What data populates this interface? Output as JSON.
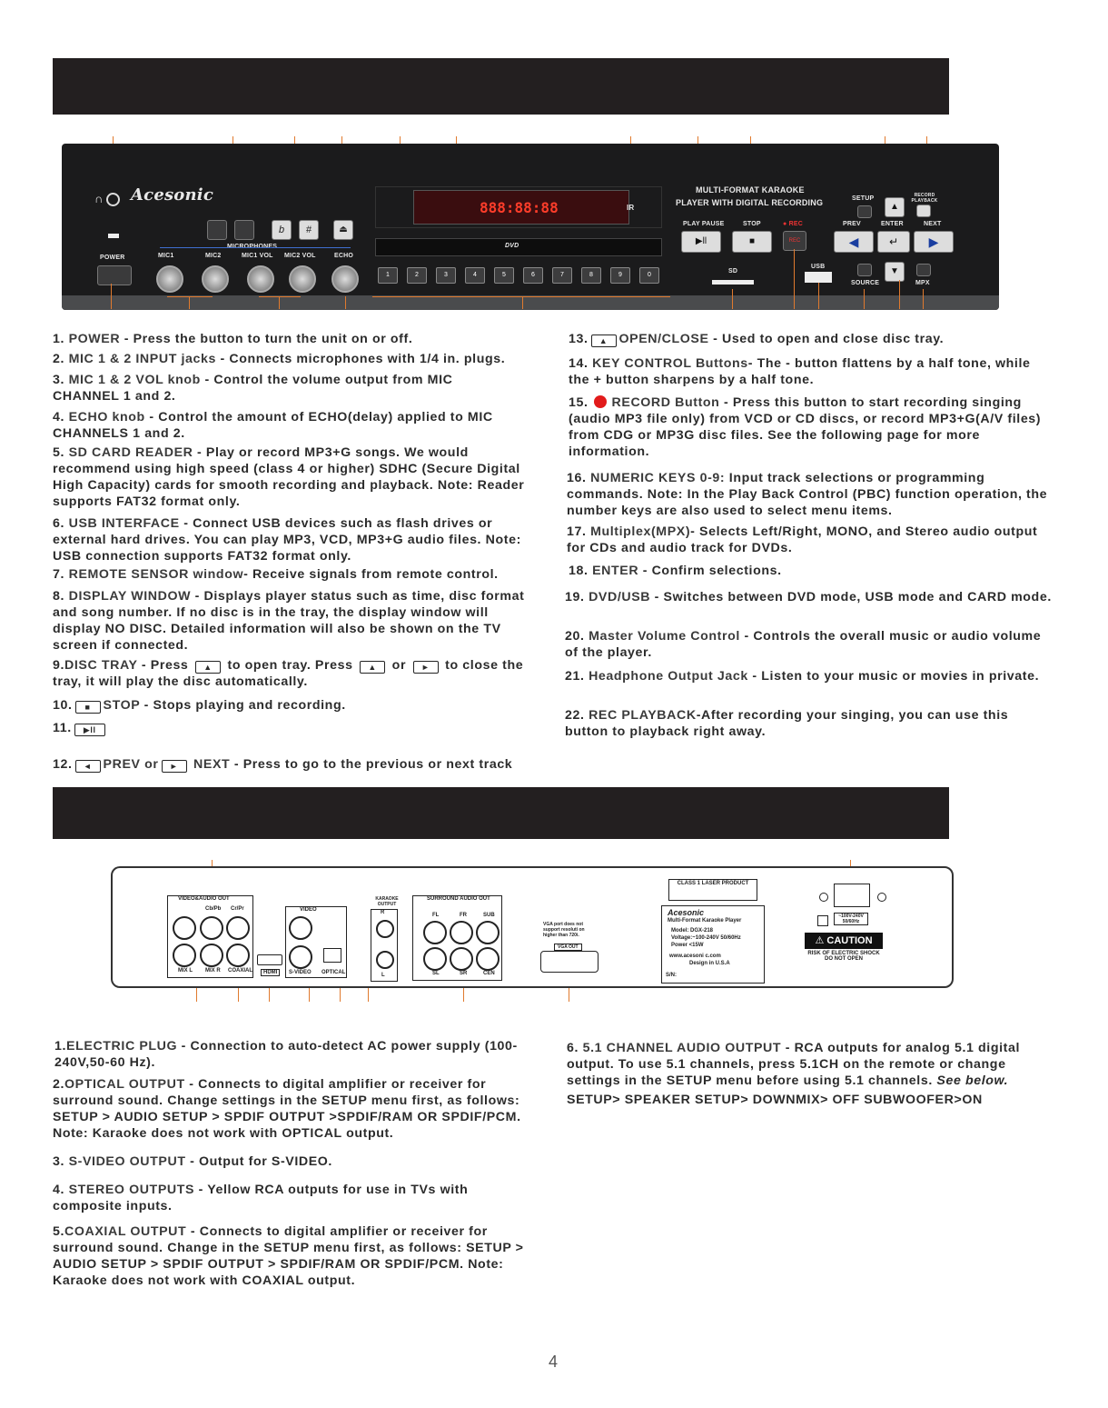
{
  "front": {
    "brand": "Acesonic",
    "display_digits": "888:88:88",
    "ir_label": "IR",
    "dvd_label": "DVD",
    "model_line1": "MULTI-FORMAT KARAOKE",
    "model_line2": "PLAYER WITH DIGITAL RECORDING",
    "power": "POWER",
    "mic1": "MIC1",
    "mic2": "MIC2",
    "mic1vol": "MIC1 VOL",
    "mic2vol": "MIC2 VOL",
    "echo": "ECHO",
    "microphones": "MICROPHONES",
    "flat": "b",
    "sharp": "#",
    "play_pause": "PLAY PAUSE",
    "stop": "STOP",
    "rec_label": "● REC",
    "rec_btn": "REC",
    "setup": "SETUP",
    "record_playback": "RECORD PLAYBACK",
    "prev": "PREV",
    "enter": "ENTER",
    "next": "NEXT",
    "sd": "SD",
    "usb": "USB",
    "source": "SOURCE",
    "mpx": "MPX",
    "keys": [
      "1",
      "2",
      "3",
      "4",
      "5",
      "6",
      "7",
      "8",
      "9",
      "0"
    ]
  },
  "front_items_left": [
    {
      "num": "1.",
      "head": "POWER",
      "text": " - Press the button to turn the unit on or off."
    },
    {
      "num": "2.",
      "head": "MIC 1 & 2 INPUT jacks",
      "text": " - Connects microphones with 1/4 in. plugs."
    },
    {
      "num": "3.",
      "head": "MIC 1 & 2 VOL knob",
      "text": " - Control the volume output from MIC CHANNEL 1 and 2."
    },
    {
      "num": "4.",
      "head": "ECHO knob",
      "text": " - Control the amount of ECHO(delay) applied to MIC CHANNELS 1 and 2."
    },
    {
      "num": "5.",
      "head": "SD CARD READER",
      "text": " - Play or record MP3+G songs. We would recommend using high speed (class 4 or higher) SDHC (Secure Digital High Capacity) cards for smooth recording and playback. Note: Reader supports FAT32 format only."
    },
    {
      "num": "6.",
      "head": "USB INTERFACE",
      "text": " - Connect USB devices such as flash drives or external hard drives. You can play MP3, VCD, MP3+G audio files. Note: USB connection supports FAT32 format only."
    },
    {
      "num": "7.",
      "head": "REMOTE SENSOR window",
      "text": "- Receive signals  from remote control."
    },
    {
      "num": "8.",
      "head": "DISPLAY WINDOW",
      "text": " -  Displays player status such as time, disc format and song number. If no disc is in the tray, the display window will display NO DISC. Detailed information will also be shown on the TV screen if connected."
    },
    {
      "num": "9.",
      "head": "DISC TRAY",
      "text_a": " - Press ",
      "text_b": " to open tray. Press ",
      "text_c": " or ",
      "text_d": " to close the tray, it will play the disc  automatically."
    },
    {
      "num": "10.",
      "head": "STOP",
      "text": " - Stops playing and recording."
    },
    {
      "num": "11.",
      "head": "",
      "text": ""
    },
    {
      "num": "12.",
      "head_a": "PREV or",
      "head_b": "NEXT",
      "text": " - Press to go to the previous or next track"
    }
  ],
  "front_items_right": [
    {
      "num": "13.",
      "head": "OPEN/CLOSE",
      "text": " -  Used to open and close disc tray."
    },
    {
      "num": "14.",
      "head": "KEY CONTROL Buttons",
      "text": "-  The - button flattens by a half tone, while the + button sharpens by a half tone."
    },
    {
      "num": "15.",
      "head": "RECORD Button",
      "text": " - Press this button to start recording singing (audio MP3 file only) from VCD or CD discs, or record MP3+G(A/V files) from CDG or MP3G disc files. See the following page for more information."
    },
    {
      "num": "16.",
      "head": "NUMERIC KEYS 0-9:",
      "text": " Input track selections or programming commands. Note: In the Play Back Control (PBC) function operation, the number keys are also used to select menu items."
    },
    {
      "num": "17.",
      "head": "Multiplex(MPX)",
      "text": "- Selects  Left/Right, MONO, and Stereo audio output for CDs and audio track for DVDs."
    },
    {
      "num": "18.",
      "head": "ENTER",
      "text": " - Confirm selections."
    },
    {
      "num": "19.",
      "head": "DVD/USB",
      "text": " - Switches between DVD mode, USB mode and CARD mode."
    },
    {
      "num": "20.",
      "head": "Master Volume Control",
      "text": " - Controls the overall music or audio volume of the player."
    },
    {
      "num": "21.",
      "head": "Headphone Output Jack",
      "text": " - Listen to your music or movies in private."
    },
    {
      "num": "22.",
      "head": "REC  PLAYBACK",
      "text": "-After  recording  your  singing,  you  can  use this  button  to  playback  right  away."
    }
  ],
  "rear": {
    "video_audio_out": "VIDEO&AUDIO  OUT",
    "cbpb": "Cb/Pb",
    "crpr": "Cr/Pr",
    "mixl": "MIX L",
    "mixr": "MIX R",
    "coaxial": "COAXIAL",
    "hdmi": "HDMI",
    "video": "VIDEO",
    "svideo": "S-VIDEO",
    "optical": "OPTICAL",
    "karaoke_output": "KARAOKE OUTPUT",
    "r": "R",
    "l": "L",
    "surround": "SURROUND AUDIO  OUT",
    "fl": "FL",
    "fr": "FR",
    "sub": "SUB",
    "sl": "SL",
    "sr": "SR",
    "cen": "CEN",
    "vga_note": "VGA port does not support resoluti on higher than 720i.",
    "vga_out": "VGA OUT",
    "class1": "CLASS 1 LASER PRODUCT",
    "label_brand": "Acesonic",
    "label_title": "Multi-Format Karaoke Player",
    "label_model": "Model: DGX-218",
    "label_voltage": "Voltage:~100-240V    50/60Hz",
    "label_power": "Power  <15W",
    "label_web": "www.acesoni c.com",
    "label_design": "Design in U.S.A",
    "label_sn": "S/N:",
    "voltage_box": "~100V-240V 50/60Hz",
    "caution": "CAUTION",
    "caution_sub": "RISK OF ELECTRIC SHOCK DO NOT OPEN"
  },
  "rear_items_left": [
    {
      "num": "1.",
      "head": "ELECTRIC PLUG",
      "text": " - Connection to auto-detect AC power supply (100-240V,50-60 Hz)."
    },
    {
      "num": "2.",
      "head": "OPTICAL OUTPUT",
      "text": " - Connects to digital amplifier or receiver for surround sound. Change settings in the SETUP menu first, as follows: SETUP > AUDIO SETUP > SPDIF OUTPUT >SPDIF/RAM OR SPDIF/PCM. Note: Karaoke does not work with OPTICAL output."
    },
    {
      "num": "3.",
      "head": "S-VIDEO OUTPUT",
      "text": " - Output for  S-VIDEO."
    },
    {
      "num": "4.",
      "head": "STEREO OUTPUTS",
      "text": " - Yellow RCA outputs for use in TVs with composite inputs."
    },
    {
      "num": "5.",
      "head": "COAXIAL OUTPUT",
      "text": " - Connects to digital amplifier or receiver for surround sound. Change in the SETUP menu first, as follows: SETUP > AUDIO SETUP > SPDIF OUTPUT > SPDIF/RAM OR SPDIF/PCM. Note: Karaoke does not work with COAXIAL output."
    }
  ],
  "rear_items_right": [
    {
      "num": "6.",
      "head": "5.1 CHANNEL AUDIO OUTPUT",
      "text": " - RCA outputs for analog 5.1 digital output. To use 5.1 channels, press 5.1CH on the remote or change settings in the SETUP menu before using 5.1 channels.",
      "see": " See below.",
      "setup": "SETUP> SPEAKER SETUP>  DOWNMIX> OFF  SUBWOOFER>ON"
    }
  ],
  "page_number": "4",
  "colors": {
    "leader": "#e07a2e",
    "panel": "#1b1b1c",
    "display_text": "#ff3d2a",
    "rec": "#e21b1b"
  }
}
